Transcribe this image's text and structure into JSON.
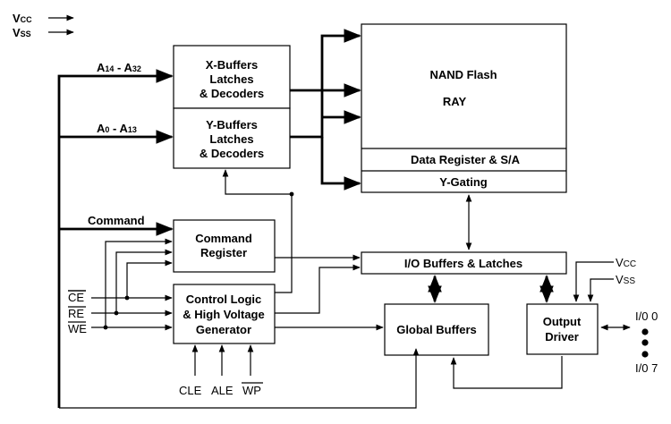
{
  "power": {
    "vcc_main": "V",
    "vcc_sub": "CC",
    "vss_main": "V",
    "vss_sub": "SS"
  },
  "signals": {
    "addr_high_a": "A",
    "addr_high_a_sub": "14",
    "addr_high_dash": " - A",
    "addr_high_b_sub": "32",
    "addr_low_a": "A",
    "addr_low_a_sub": "0",
    "addr_low_dash": " - A",
    "addr_low_b_sub": "13",
    "command": "Command",
    "ce": "CE",
    "re": "RE",
    "we": "WE",
    "cle": "CLE",
    "ale": "ALE",
    "wp": "WP"
  },
  "blocks": {
    "xbuf": [
      "X-Buffers",
      "Latches",
      "& Decoders"
    ],
    "ybuf": [
      "Y-Buffers",
      "Latches",
      "& Decoders"
    ],
    "nand_line1": "NAND Flash",
    "nand_line2": "RAY",
    "data_register": "Data Register & S/A",
    "ygating": "Y-Gating",
    "cmdreg": [
      "Command",
      "Register"
    ],
    "ctrl": [
      "Control Logic",
      "& High Voltage",
      "Generator"
    ],
    "iobuf": "I/O Buffers & Latches",
    "global": "Global Buffers",
    "output": [
      "Output",
      "Driver"
    ]
  },
  "output_side": {
    "vcc_main": "V",
    "vcc_sub": "CC",
    "vss_main": "V",
    "vss_sub": "SS",
    "io0": "I/0 0",
    "io7": "I/0 7"
  }
}
